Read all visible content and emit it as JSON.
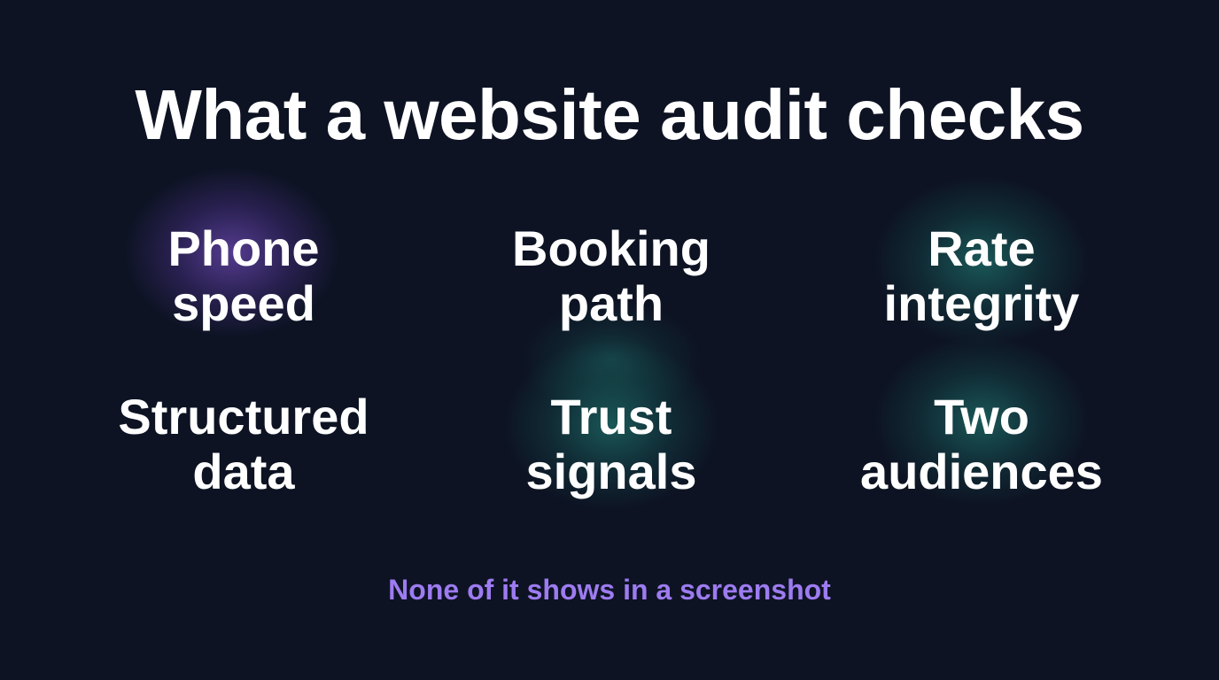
{
  "title": "What a website audit checks",
  "items": [
    {
      "line1": "Phone",
      "line2": "speed"
    },
    {
      "line1": "Booking",
      "line2": "path"
    },
    {
      "line1": "Rate",
      "line2": "integrity"
    },
    {
      "line1": "Structured",
      "line2": "data"
    },
    {
      "line1": "Trust",
      "line2": "signals"
    },
    {
      "line1": "Two",
      "line2": "audiences"
    }
  ],
  "footer": "None of it shows in a screenshot",
  "colors": {
    "background": "#0d1323",
    "text": "#ffffff",
    "accent": "#9d7bf0",
    "glow_purple": "#8e5ce6",
    "glow_teal": "#28aa96"
  }
}
